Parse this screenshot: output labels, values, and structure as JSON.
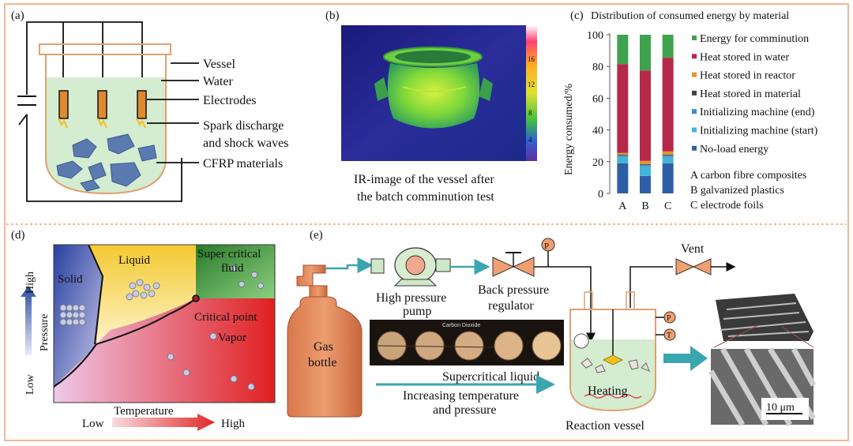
{
  "panel_a": {
    "label": "(a)",
    "vessel": "Vessel",
    "water": "Water",
    "electrodes": "Electrodes",
    "spark_1": "Spark discharge",
    "spark_2": "and shock waves",
    "cfrp": "CFRP materials"
  },
  "panel_b": {
    "label": "(b)",
    "caption_1": "IR-image of the vessel after",
    "caption_2": "the batch comminution test",
    "scale_ticks": [
      "16",
      "12",
      "8",
      "4"
    ]
  },
  "panel_c": {
    "label": "(c)",
    "title": "Distribution of consumed energy by material",
    "ylabel": "Energy consumed/%",
    "notes": [
      "A carbon fibre composites",
      "B galvanized plastics",
      "C electrode foils"
    ]
  },
  "panel_d": {
    "label": "(d)",
    "solid": "Solid",
    "liquid": "Liquid",
    "supercritical_1": "Super critical",
    "supercritical_2": "fluid",
    "critical_point": "Critical point",
    "vapor": "Vapor",
    "temperature": "Temperature",
    "pressure": "Pressure",
    "low_x": "Low",
    "high_x": "High",
    "low_y": "Low",
    "high_y": "High"
  },
  "panel_e": {
    "label": "(e)",
    "gas_1": "Gas",
    "gas_2": "bottle",
    "pump_1": "High pressure",
    "pump_2": "pump",
    "bpr_1": "Back pressure",
    "bpr_2": "regulator",
    "vent": "Vent",
    "photo_title": "Carbon Dioxide",
    "supercritical_liquid": "Supercritical liquid",
    "increasing_1": "Increasing temperature",
    "increasing_2": "and pressure",
    "heating": "Heating",
    "reaction_vessel": "Reaction vessel",
    "gauge_p": "P",
    "gauge_t": "T",
    "scale_bar": "10 μm"
  },
  "colors": {
    "border": "#f0a070",
    "vessel_outline": "#e0a070",
    "water": "#d4ecd0",
    "particles": "#5a7ab0",
    "arrow_teal": "#3aa6b0"
  },
  "chart_data": {
    "type": "bar",
    "stacked": true,
    "categories": [
      "A",
      "B",
      "C"
    ],
    "ylim": [
      0,
      100
    ],
    "yticks": [
      0,
      20,
      40,
      60,
      80,
      100
    ],
    "series": [
      {
        "name": "No-load energy",
        "color": "#2e5fa6",
        "values": [
          19,
          11,
          19
        ]
      },
      {
        "name": "Initializing machine (start)",
        "color": "#43b4d8",
        "values": [
          4,
          6,
          4
        ]
      },
      {
        "name": "Initializing machine (end)",
        "color": "#3c8ed0",
        "values": [
          1,
          1,
          1
        ]
      },
      {
        "name": "Heat stored in material",
        "color": "#444444",
        "values": [
          0.5,
          0.5,
          0.5
        ]
      },
      {
        "name": "Heat stored in reactor",
        "color": "#e8922a",
        "values": [
          1,
          2,
          2
        ]
      },
      {
        "name": "Heat stored in water",
        "color": "#b5294a",
        "values": [
          56,
          57,
          59
        ]
      },
      {
        "name": "Energy for comminution",
        "color": "#3fa34d",
        "values": [
          18.5,
          22.5,
          14.5
        ]
      }
    ]
  }
}
